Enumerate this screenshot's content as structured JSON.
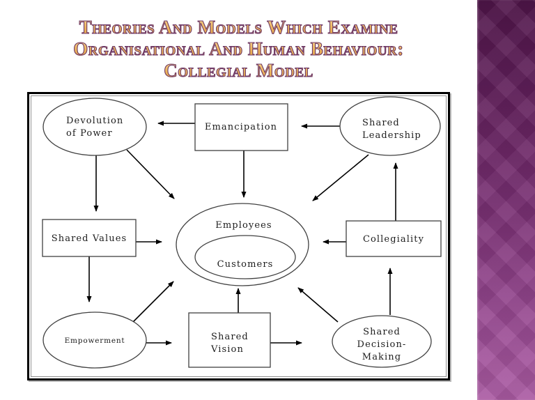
{
  "title": {
    "lines": [
      "Theories And Models Which Examine",
      "Organisational And Human Behaviour:",
      "Collegial Model"
    ]
  },
  "diagram": {
    "nodes": [
      {
        "id": "devolution-of-power",
        "shape": "ellipse",
        "lines": [
          "Devolution",
          "of Power"
        ]
      },
      {
        "id": "emancipation",
        "shape": "rect",
        "lines": [
          "Emancipation"
        ]
      },
      {
        "id": "shared-leadership",
        "shape": "ellipse",
        "lines": [
          "Shared",
          "Leadership"
        ]
      },
      {
        "id": "shared-values",
        "shape": "rect",
        "lines": [
          "Shared Values"
        ]
      },
      {
        "id": "employees",
        "shape": "ellipse",
        "lines": [
          "Employees"
        ]
      },
      {
        "id": "customers",
        "shape": "ellipse",
        "lines": [
          "Customers"
        ]
      },
      {
        "id": "collegiality",
        "shape": "rect",
        "lines": [
          "Collegiality"
        ]
      },
      {
        "id": "empowerment",
        "shape": "ellipse",
        "lines": [
          "Empowerment"
        ]
      },
      {
        "id": "shared-vision",
        "shape": "rect",
        "lines": [
          "Shared",
          "Vision"
        ]
      },
      {
        "id": "shared-decision-making",
        "shape": "ellipse",
        "lines": [
          "Shared",
          "Decision-",
          "Making"
        ]
      }
    ],
    "connections": [
      {
        "from": "emancipation",
        "to": "devolution-of-power"
      },
      {
        "from": "shared-leadership",
        "to": "emancipation"
      },
      {
        "from": "emancipation",
        "to": "employees"
      },
      {
        "from": "devolution-of-power",
        "to": "shared-values"
      },
      {
        "from": "devolution-of-power",
        "to": "employees"
      },
      {
        "from": "shared-leadership",
        "to": "employees"
      },
      {
        "from": "shared-values",
        "to": "employees"
      },
      {
        "from": "collegiality",
        "to": "employees"
      },
      {
        "from": "shared-values",
        "to": "empowerment"
      },
      {
        "from": "empowerment",
        "to": "employees"
      },
      {
        "from": "empowerment",
        "to": "shared-vision"
      },
      {
        "from": "shared-vision",
        "to": "employees"
      },
      {
        "from": "shared-vision",
        "to": "shared-decision-making"
      },
      {
        "from": "shared-decision-making",
        "to": "employees"
      },
      {
        "from": "shared-decision-making",
        "to": "collegiality"
      },
      {
        "from": "collegiality",
        "to": "shared-leadership"
      }
    ]
  },
  "colors": {
    "title_fill": "#efba64",
    "title_outline": "#6e3a6a",
    "band_top": "#4f1549",
    "band_bottom": "#ab5ba3",
    "shape_stroke": "#404040",
    "arrow": "#000000",
    "frame": "#000000"
  }
}
